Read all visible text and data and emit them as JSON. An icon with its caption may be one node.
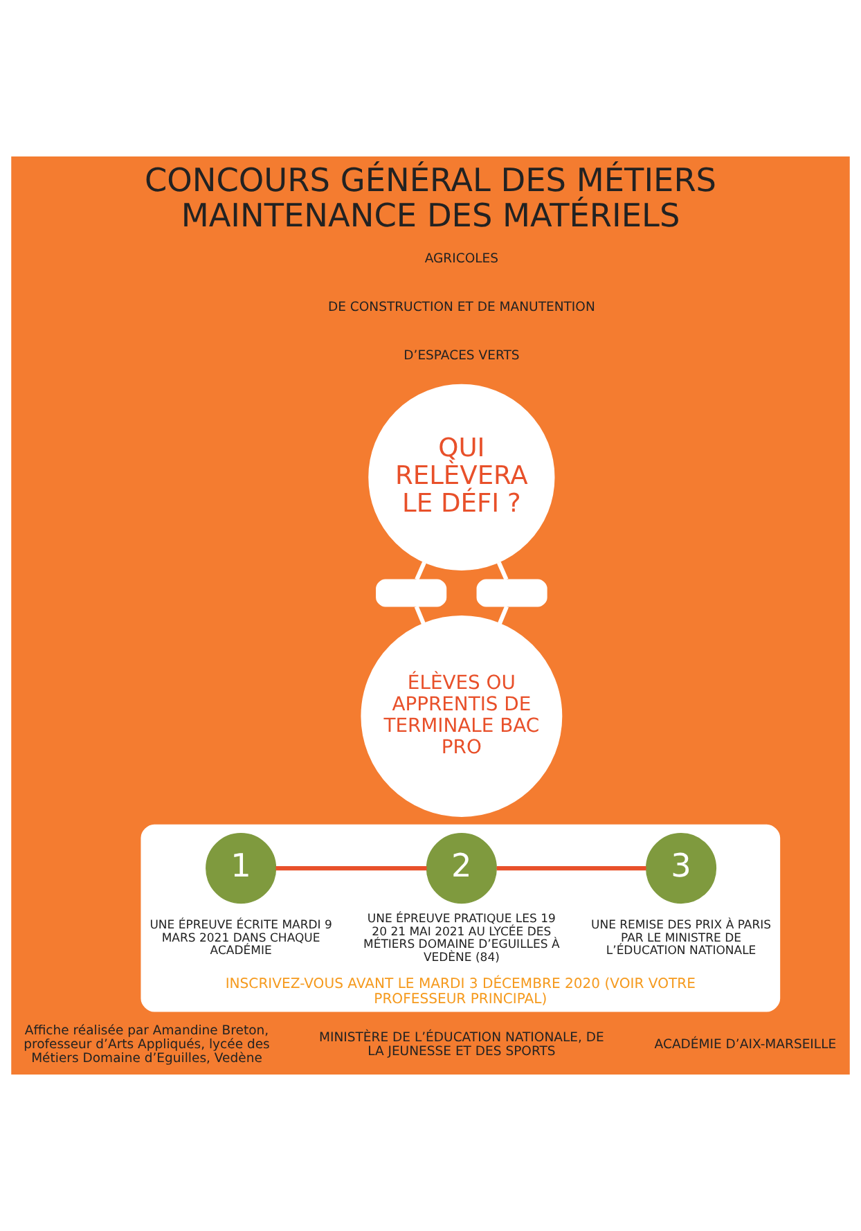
{
  "diagram": {
    "title": "CONCOURS GÉNÉRAL DES MÉTIERS MAINTENANCE DES MATÉRIELS",
    "nodes": [
      {
        "text": [
          "QUI RELÈVERA LE DÉFI ?"
        ]
      },
      {
        "text": [],
        "shape": "box"
      },
      {
        "text": [],
        "shape": "box"
      },
      {
        "text": [
          "ÉLÈVES OU APPRENTIS DE TERMINALE BAC PRO"
        ]
      },
      {
        "text": [
          "INSCRIVEZ-VOUS AVANT LE MARDI 3 DÉCEMBRE 2020 (VOIR VOTRE PROFESSEUR PRINCIPAL)"
        ]
      },
      {
        "text": [
          "1"
        ],
        "in": 4,
        "beside": [
          "UNE ÉPREUVE ÉCRITE MARDI 9 MARS 2021 DANS CHAQUE ACADÉMIE"
        ]
      },
      {
        "text": [
          "2"
        ],
        "in": 4,
        "beside": [
          "UNE ÉPREUVE PRATIQUE LES 19 20 21 MAI 2021 AU LYCÉE DES MÉTIERS DOMAINE D’EGUILLES À VEDÈNE (84)"
        ]
      },
      {
        "text": [
          "3"
        ],
        "in": 4,
        "beside": [
          "UNE REMISE DES PRIX À PARIS PAR LE MINISTRE DE L’ÉDUCATION NATIONALE"
        ]
      }
    ],
    "edges": [
      {
        "from": 0,
        "to": 1,
        "arrow": "none"
      },
      {
        "from": 1,
        "to": 3,
        "arrow": "none"
      },
      {
        "from": 0,
        "to": 2,
        "arrow": "none"
      },
      {
        "from": 2,
        "to": 3,
        "arrow": "none"
      },
      {
        "from": 5,
        "to": 6,
        "arrow": "none",
        "color": "#e8502a"
      },
      {
        "from": 6,
        "to": 7,
        "arrow": "none",
        "color": "#e8502a"
      }
    ],
    "labels": [
      "AGRICOLES",
      "DE CONSTRUCTION ET DE MANUTENTION",
      "D’ESPACES VERTS",
      "Affiche réalisée par Amandine Breton, professeur d’Arts Appliqués, lycée des Métiers Domaine d’Eguilles, Vedène",
      "MINISTÈRE DE L’ÉDUCATION NATIONALE, DE LA JEUNESSE ET DES SPORTS",
      "ACADÉMIE D’AIX-MARSEILLE"
    ]
  }
}
